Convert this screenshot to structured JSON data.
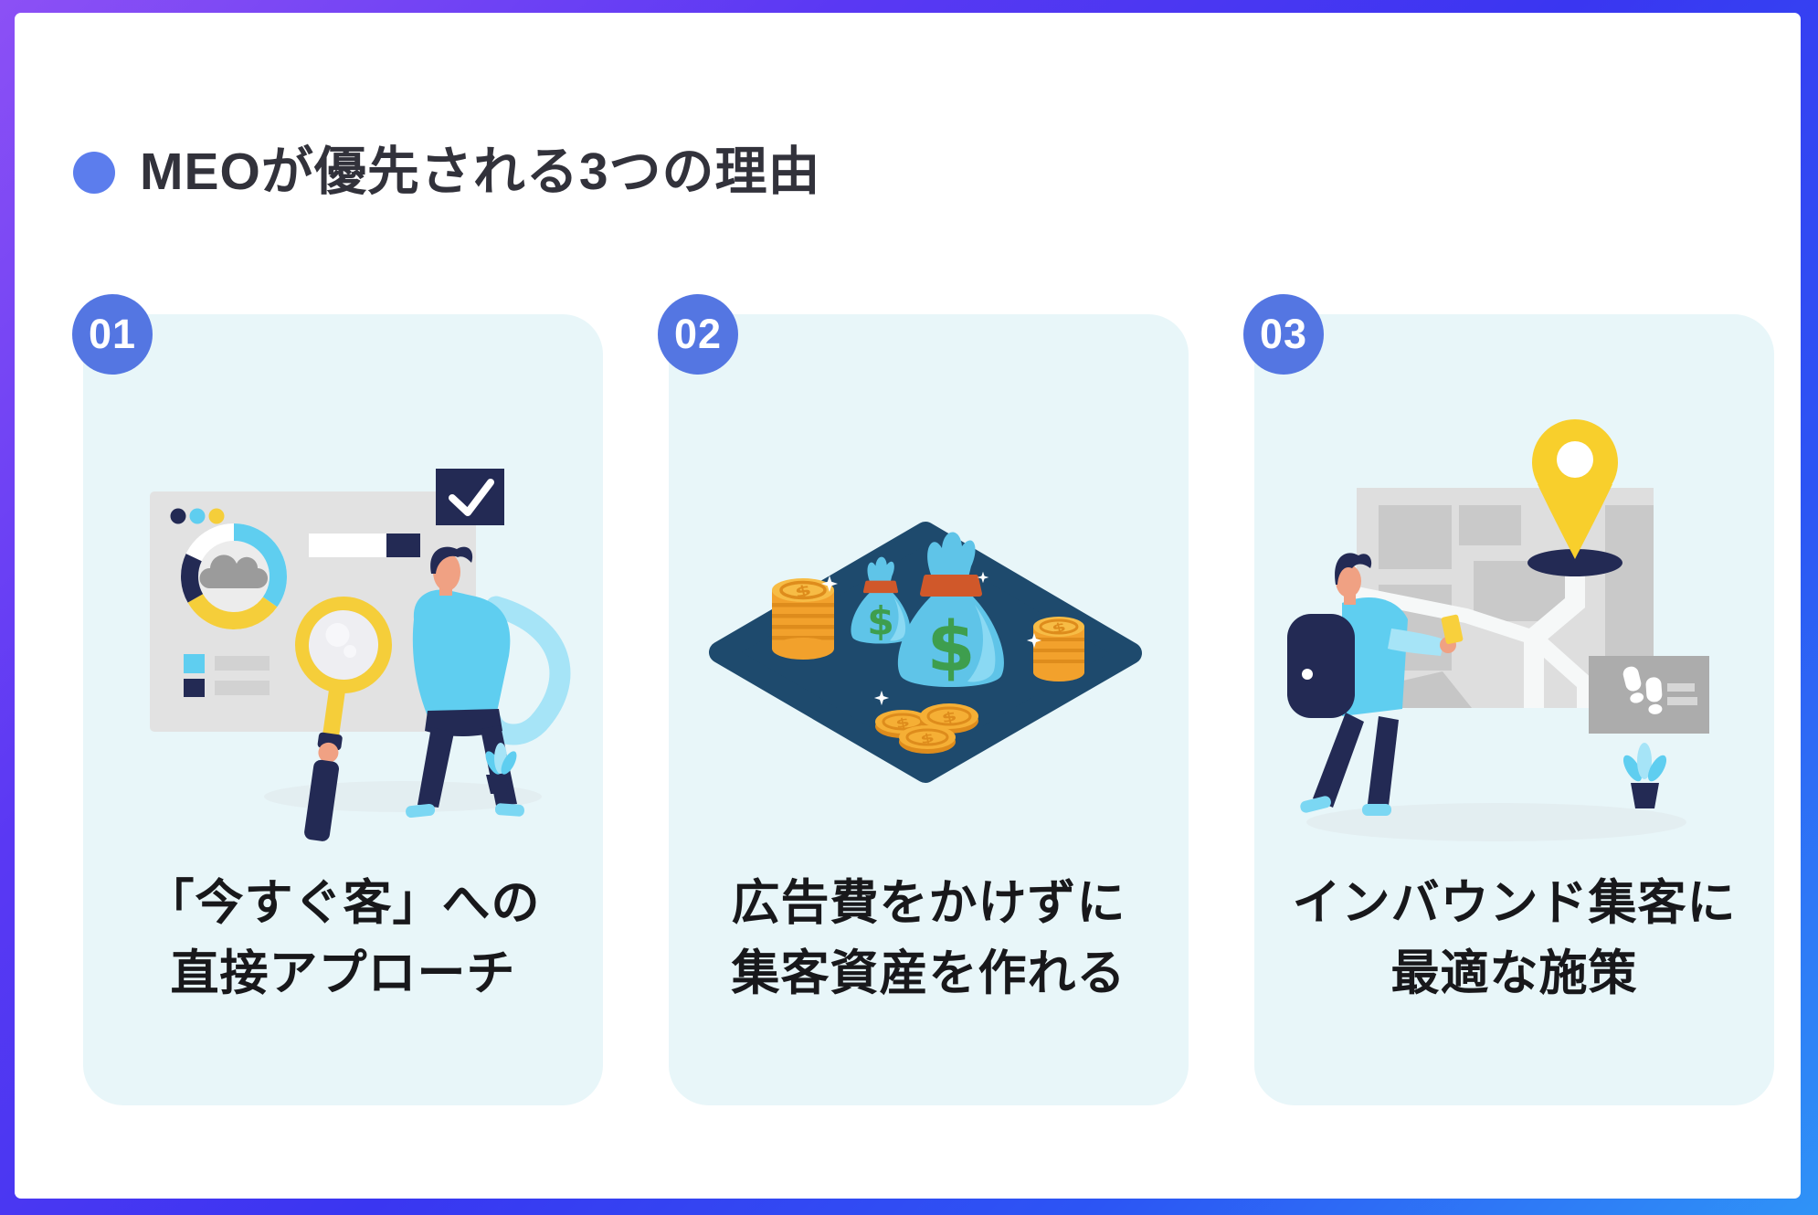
{
  "header": {
    "title": "MEOが優先される3つの理由"
  },
  "cards": [
    {
      "number": "01",
      "lines": [
        "「今すぐ客」への",
        "直接アプローチ"
      ],
      "illustration": "person-analyzing-search-dashboard"
    },
    {
      "number": "02",
      "lines": [
        "広告費をかけずに",
        "集客資産を作れる"
      ],
      "dollar_symbol": "$",
      "illustration": "money-bags-and-coin-stacks"
    },
    {
      "number": "03",
      "lines": [
        "インバウンド集客に",
        "最適な施策"
      ],
      "illustration": "traveler-with-map-and-location-pin"
    }
  ],
  "colors": {
    "frame_gradient_start": "#8C50F5",
    "frame_gradient_mid": "#3A36F1",
    "frame_gradient_end": "#2F93F7",
    "canvas": "#FFFFFF",
    "card_background": "#E8F6F9",
    "badge_background": "#5476E2",
    "badge_text": "#FFFFFF",
    "title_bullet": "#5C7DED",
    "title_text": "#32323B",
    "caption_text": "#18181B",
    "navy": "#232A54",
    "cyan": "#5FCEF0",
    "cyan_light": "#A6E4F7",
    "yellow": "#F5CE3A",
    "skin": "#F0A183",
    "panel_gray": "#E2E2E2",
    "block_gray": "#C9C9C9",
    "table_teal": "#1E4A6D",
    "coin_orange": "#F2A12C",
    "coin_dark": "#DE8C1C",
    "coin_light": "#F7BC45",
    "bag_blue": "#5FC4E8",
    "bag_tie": "#D0582A",
    "dollar_green": "#3E9E4E",
    "ground_shadow": "#E3EEF1"
  }
}
